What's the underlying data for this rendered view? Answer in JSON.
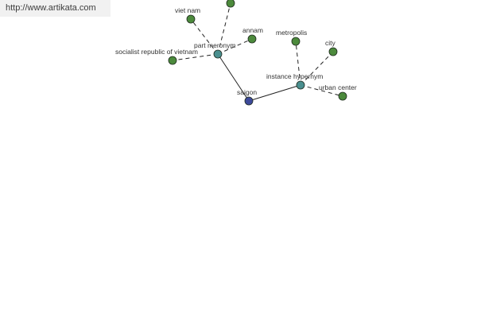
{
  "site": {
    "url": "http://www.artikata.com"
  },
  "graph": {
    "colors": {
      "leaf": "#4c8a3c",
      "relation": "#4a8f8f",
      "center": "#3d4a9a",
      "edge": "#222222"
    },
    "nodes": [
      {
        "id": "saigon",
        "label": "saigon",
        "kind": "center"
      },
      {
        "id": "part_meronym",
        "label": "part meronym",
        "kind": "relation"
      },
      {
        "id": "instance_hypernym",
        "label": "instance hypernym",
        "kind": "relation"
      },
      {
        "id": "viet_nam",
        "label": "viet nam",
        "kind": "leaf"
      },
      {
        "id": "top_node",
        "label": "",
        "kind": "leaf"
      },
      {
        "id": "annam",
        "label": "annam",
        "kind": "leaf"
      },
      {
        "id": "socialist_republic",
        "label": "socialist republic of vietnam",
        "kind": "leaf"
      },
      {
        "id": "metropolis",
        "label": "metropolis",
        "kind": "leaf"
      },
      {
        "id": "city",
        "label": "city",
        "kind": "leaf"
      },
      {
        "id": "urban_center",
        "label": "urban center",
        "kind": "leaf"
      }
    ],
    "edges": [
      {
        "from": "saigon",
        "to": "part_meronym",
        "style": "solid"
      },
      {
        "from": "saigon",
        "to": "instance_hypernym",
        "style": "solid"
      },
      {
        "from": "part_meronym",
        "to": "viet_nam",
        "style": "dashed"
      },
      {
        "from": "part_meronym",
        "to": "top_node",
        "style": "dashed"
      },
      {
        "from": "part_meronym",
        "to": "annam",
        "style": "dashed"
      },
      {
        "from": "part_meronym",
        "to": "socialist_republic",
        "style": "dashed"
      },
      {
        "from": "instance_hypernym",
        "to": "metropolis",
        "style": "dashed"
      },
      {
        "from": "instance_hypernym",
        "to": "city",
        "style": "dashed"
      },
      {
        "from": "instance_hypernym",
        "to": "urban_center",
        "style": "dashed"
      }
    ]
  }
}
